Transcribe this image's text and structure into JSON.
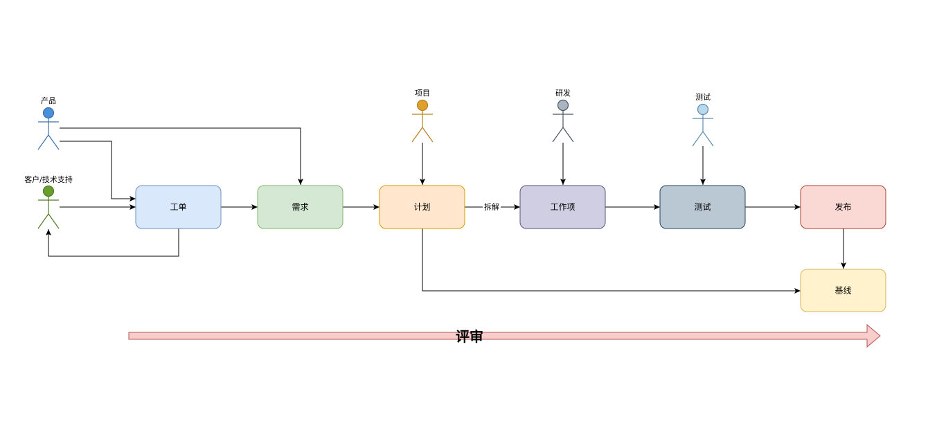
{
  "actors": {
    "product": {
      "label": "产品",
      "color": "#4a90d9"
    },
    "customer_support": {
      "label": "客户/技术支持",
      "color": "#6a9e2f"
    },
    "project": {
      "label": "项目",
      "color": "#e0a030"
    },
    "rd": {
      "label": "研发",
      "color": "#aab4c0"
    },
    "test": {
      "label": "测试",
      "color": "#b8d8ee"
    }
  },
  "nodes": {
    "ticket": {
      "label": "工单",
      "fill": "#dae8fc",
      "stroke": "#6c8ebf"
    },
    "requirement": {
      "label": "需求",
      "fill": "#d5e8d4",
      "stroke": "#82b366"
    },
    "plan": {
      "label": "计划",
      "fill": "#ffe6cc",
      "stroke": "#d79b00"
    },
    "workitem": {
      "label": "工作项",
      "fill": "#d0cee2",
      "stroke": "#56517e"
    },
    "testing": {
      "label": "测试",
      "fill": "#bac8d3",
      "stroke": "#23445d"
    },
    "release": {
      "label": "发布",
      "fill": "#fad9d5",
      "stroke": "#ae4132"
    },
    "baseline": {
      "label": "基线",
      "fill": "#fff2cc",
      "stroke": "#d6b656"
    }
  },
  "edge_labels": {
    "split": "拆解"
  },
  "review": {
    "label": "评审",
    "fill": "#f8cecc",
    "stroke": "#b85450"
  }
}
